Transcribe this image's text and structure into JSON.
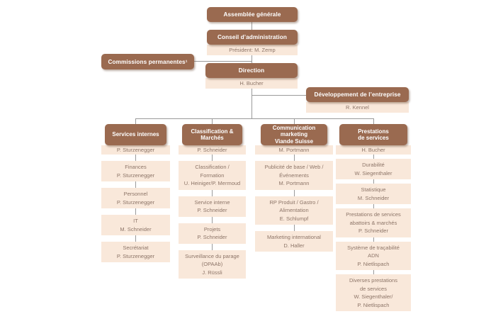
{
  "palette": {
    "box_brown": "#9a6a50",
    "box_cream": "#f9e8da",
    "text_on_brown": "#ffffff",
    "text_on_cream": "#8d7568",
    "connector": "#9a9a9a"
  },
  "top": {
    "assemblee_generale": "Assemblée générale",
    "conseil": {
      "title": "Conseil d’administration",
      "subtitle": "Président: M. Zemp"
    },
    "commissions": "Commissions permanentes¹",
    "direction": {
      "title": "Direction",
      "subtitle": "H. Bucher"
    },
    "developpement": {
      "title": "Développement de l’entreprise",
      "subtitle": "R. Kennel"
    }
  },
  "columns": [
    {
      "title": [
        "Services internes"
      ],
      "head": "P. Sturzenegger",
      "items": [
        [
          "Finances",
          "P. Sturzenegger"
        ],
        [
          "Personnel",
          "P. Sturzenegger"
        ],
        [
          "IT",
          "M. Schneider"
        ],
        [
          "Secrétariat",
          "P. Sturzenegger"
        ]
      ]
    },
    {
      "title": [
        "Classification &",
        "Marchés"
      ],
      "head": "P. Schneider",
      "items": [
        [
          "Classification /",
          "Formation",
          "U. Heiniger/P. Mermoud"
        ],
        [
          "Service interne",
          "P. Schneider"
        ],
        [
          "Projets",
          "P. Schneider"
        ],
        [
          "Surveillance du parage",
          "(OPAAb)",
          "J. Rüssli"
        ]
      ]
    },
    {
      "title": [
        "Communication",
        "marketing",
        "Viande Suisse"
      ],
      "head": "M. Portmann",
      "items": [
        [
          "Publicité de base / Web /",
          "Événements",
          "M. Portmann"
        ],
        [
          "RP Produit / Gastro /",
          "Alimentation",
          "E. Schlumpf"
        ],
        [
          "Marketing international",
          "D. Haller"
        ]
      ]
    },
    {
      "title": [
        "Prestations",
        "de services"
      ],
      "head": "H. Bucher",
      "items": [
        [
          "Durabilité",
          "W. Siegenthaler"
        ],
        [
          "Statistique",
          "M. Schneider"
        ],
        [
          "Prestations de services",
          "abattoirs & marchés",
          "P. Schneider"
        ],
        [
          "Système de traçabilité",
          "ADN",
          "P. Nietlispach"
        ],
        [
          "Diverses prestations",
          "de services",
          "W. Siegenthaler/",
          "P. Nietlispach"
        ]
      ]
    }
  ]
}
